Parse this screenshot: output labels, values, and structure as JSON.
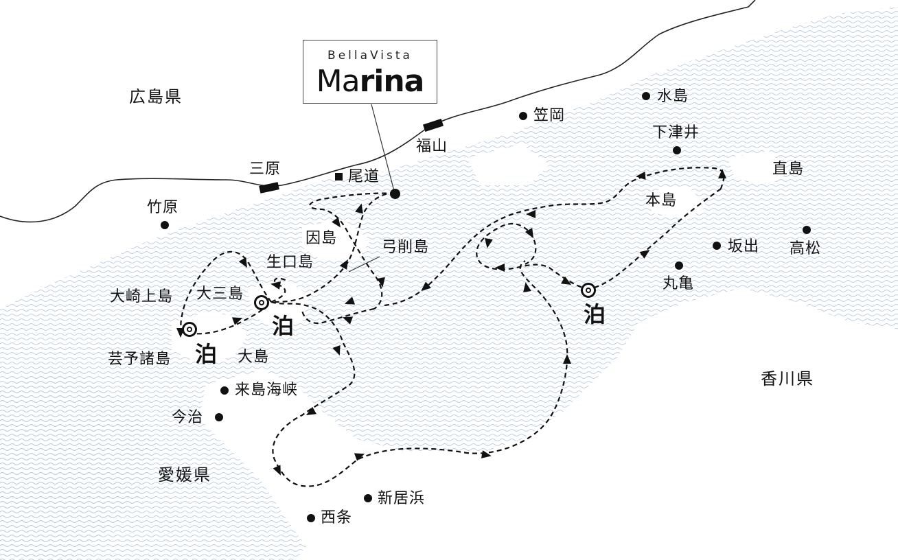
{
  "logo": {
    "line1": "BellaVista",
    "line2a": "Ma",
    "line2b": "rina"
  },
  "prefectures": {
    "hiroshima": "広島県",
    "ehime": "愛媛県",
    "kagawa": "香川県"
  },
  "places": {
    "mihara": "三原",
    "fukuyama": "福山",
    "onomichi": "尾道",
    "takehara": "竹原",
    "kasaoka": "笠岡",
    "mizushima": "水島",
    "shimotsui": "下津井",
    "naoshima": "直島",
    "honjima": "本島",
    "sakaide": "坂出",
    "takamatsu": "高松",
    "marugame": "丸亀",
    "innoshima": "因島",
    "yugeshima": "弓削島",
    "ikuchijima": "生口島",
    "omishima": "大三島",
    "osakikamijima": "大崎上島",
    "geiyo": "芸予諸島",
    "oshima": "大島",
    "kurushima": "来島海峡",
    "imabari": "今治",
    "niihama": "新居浜",
    "saijo": "西条"
  },
  "stops": {
    "stop_label": "泊"
  }
}
